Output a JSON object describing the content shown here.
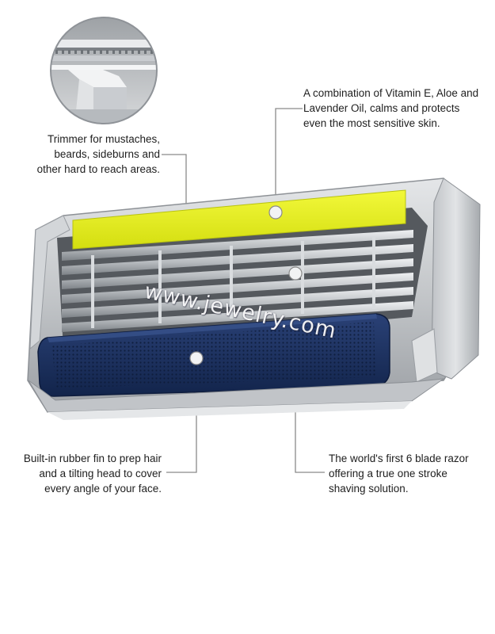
{
  "callouts": {
    "trimmer": {
      "lines": [
        "Trimmer for mustaches,",
        "beards, sideburns and",
        "other hard to reach areas."
      ]
    },
    "vitamin": {
      "lines": [
        "A combination of Vitamin E, Aloe and",
        "Lavender Oil, calms and protects",
        "even the most sensitive skin."
      ]
    },
    "rubber_fin": {
      "lines": [
        "Built-in rubber fin to prep hair",
        "and a tilting head to cover",
        "every angle of your face."
      ]
    },
    "six_blade": {
      "lines": [
        "The world's first 6 blade razor",
        "offering a true one stroke",
        "shaving solution."
      ]
    }
  },
  "watermark": "www.jewelry.com",
  "colors": {
    "lubricating_strip": "#e6f021",
    "rubber_fin": "#1c3160",
    "cartridge_frame": "#c7c9cb",
    "leader_line": "#8a8a8a",
    "text": "#1e1e1e"
  }
}
